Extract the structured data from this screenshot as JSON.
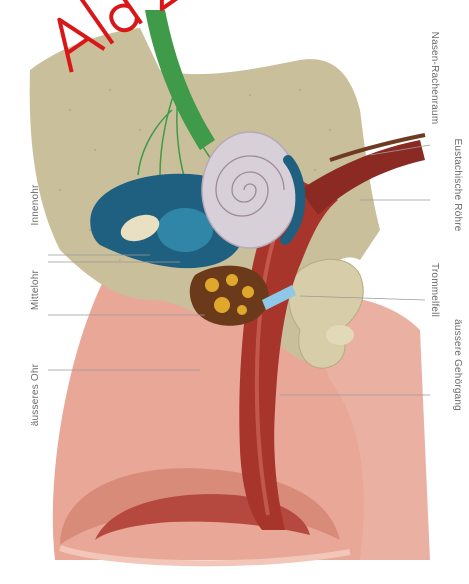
{
  "labels": {
    "left": {
      "outer_ear": "äusseres Ohr",
      "middle_ear": "Mittelohr",
      "inner_ear": "Innenohr"
    },
    "right": {
      "nasopharynx": "Nasen-Rachenraum",
      "eustachian_tube": "Eustachische Röhre",
      "eardrum": "Trommelfell",
      "outer_canal": "äussere Gehörgang"
    }
  },
  "watermark": {
    "text": "Ald Z",
    "color": "#d81818"
  },
  "colors": {
    "bone": "#c9bf9a",
    "skin": "#e6a08f",
    "canal": "#a8352b",
    "nerve": "#3f9a4a",
    "labyrinth": "#1f5f7f",
    "cochlea": "#d8d0d8"
  }
}
